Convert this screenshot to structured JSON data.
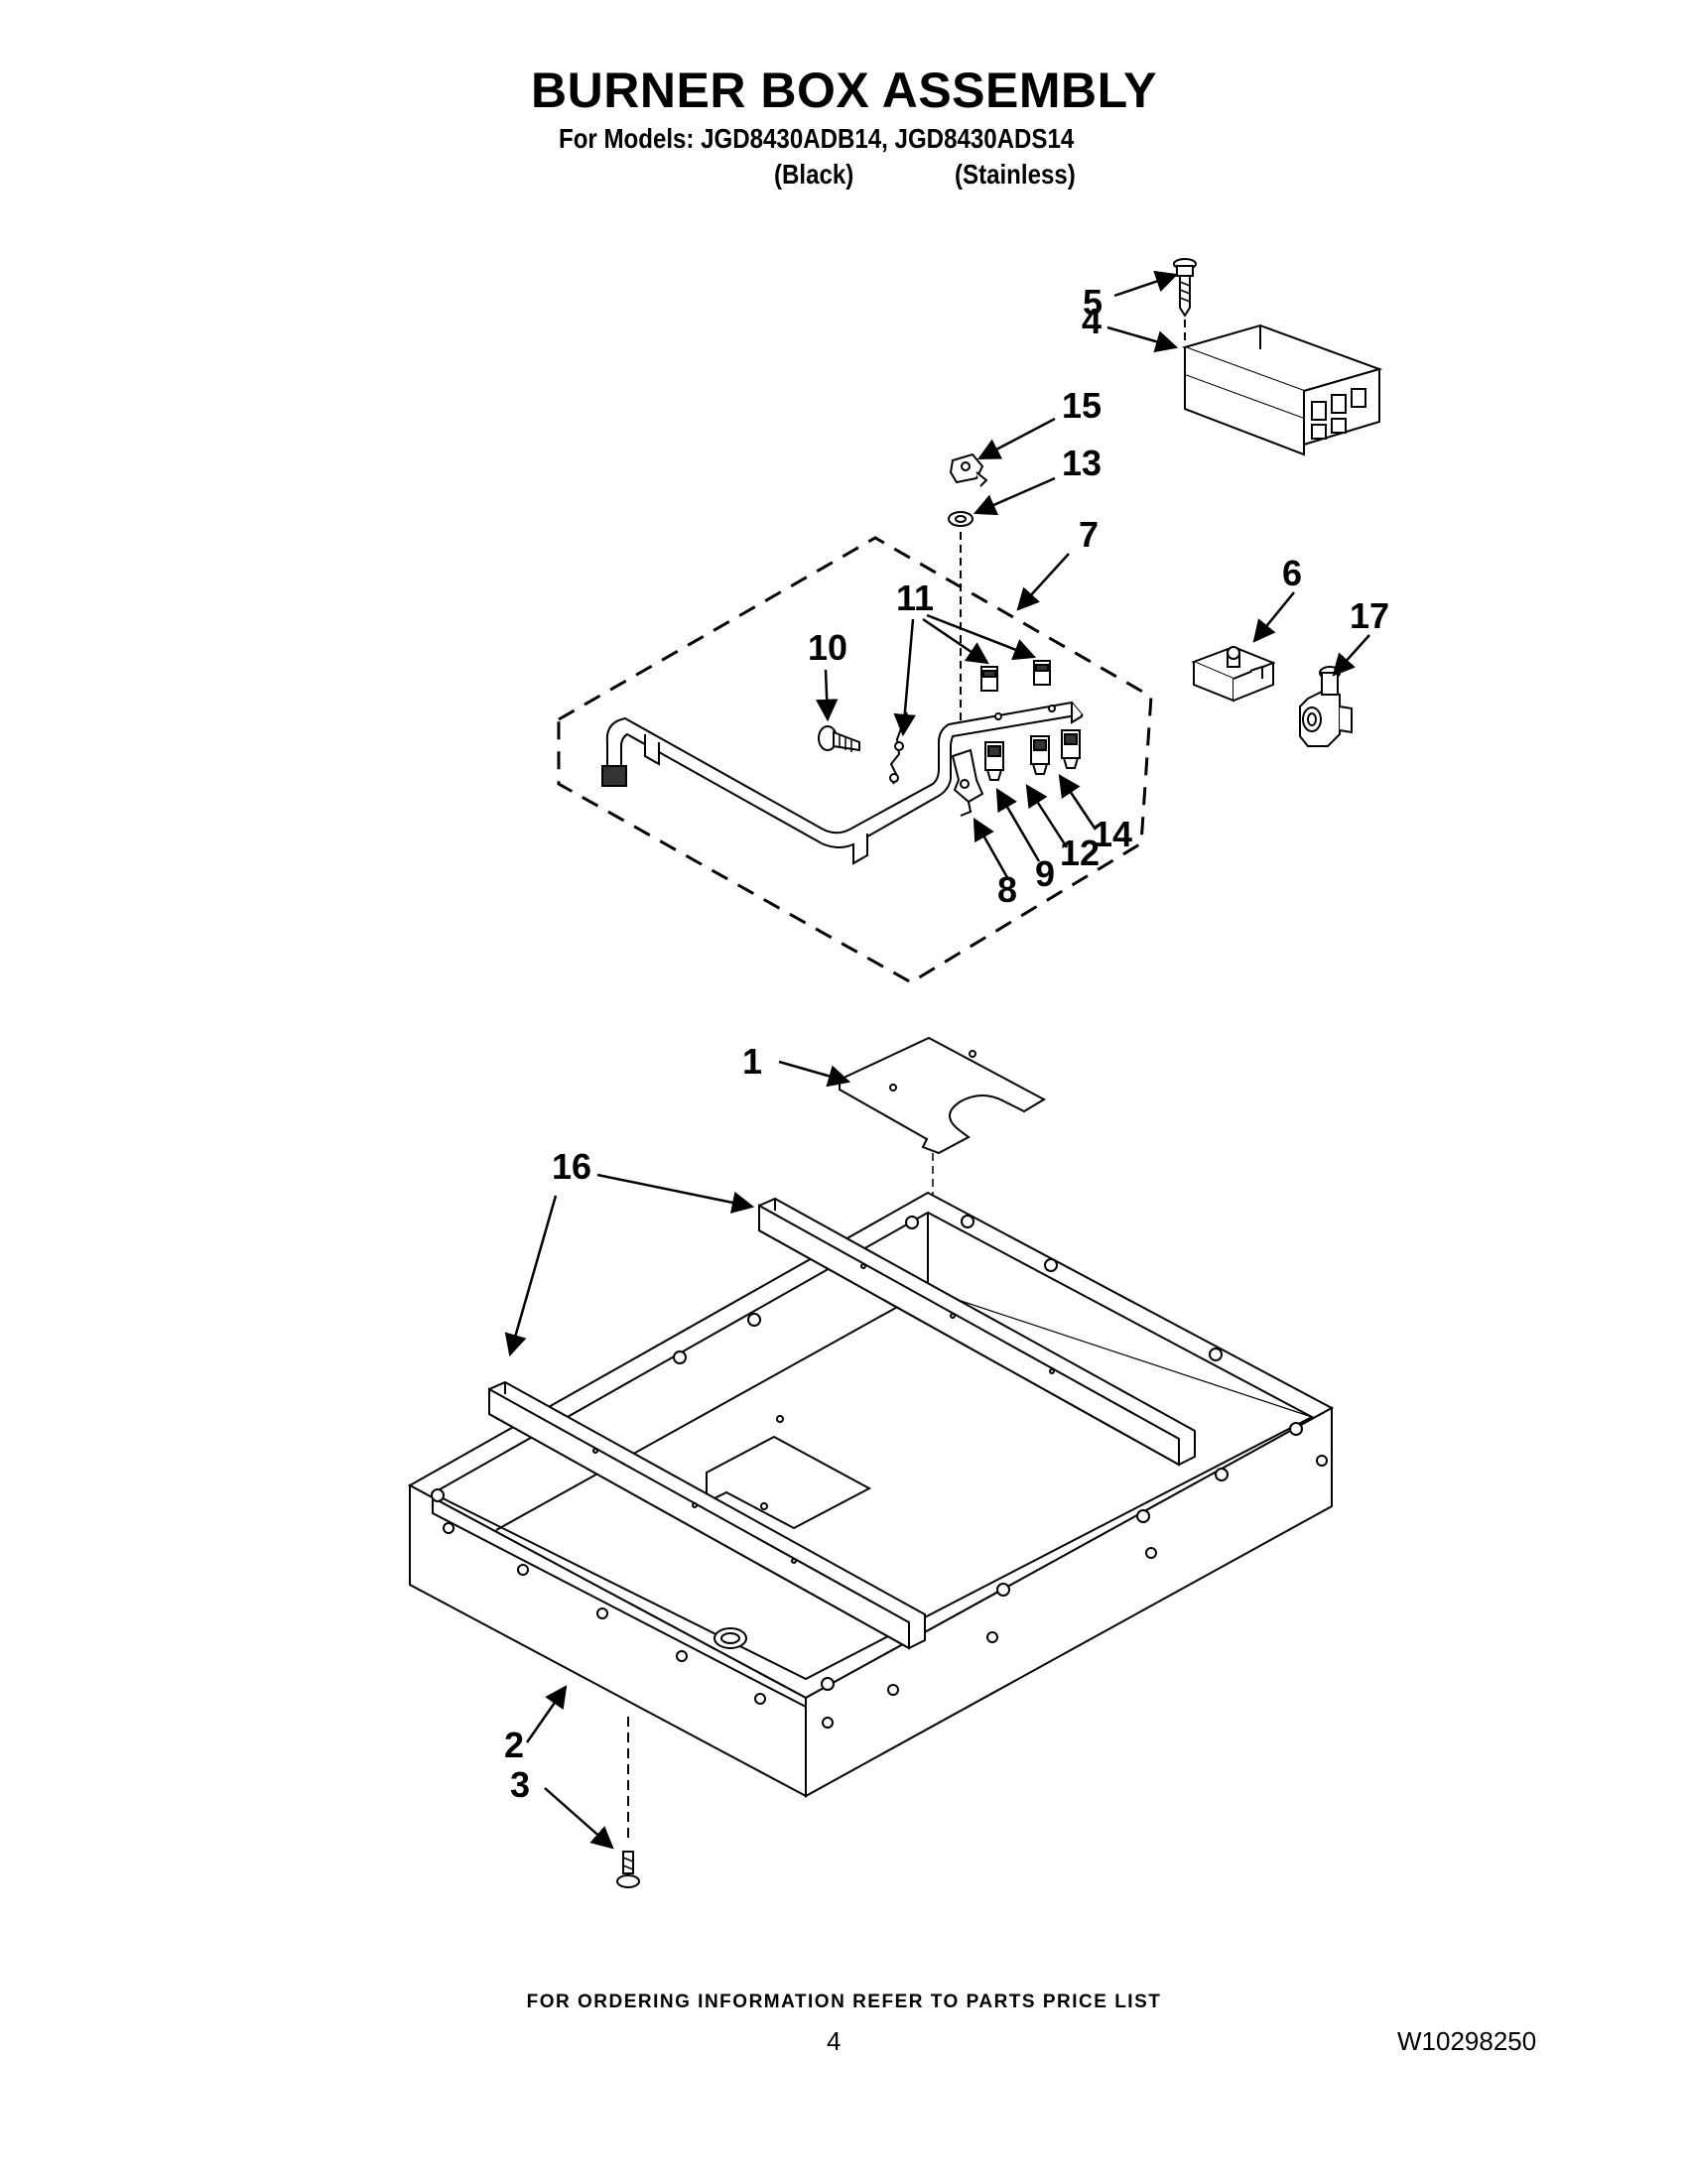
{
  "header": {
    "title": "BURNER BOX ASSEMBLY",
    "models_line": "For Models: JGD8430ADB14, JGD8430ADS14",
    "variant_black": "(Black)",
    "variant_stainless": "(Stainless)"
  },
  "callouts": [
    "1",
    "2",
    "3",
    "4",
    "5",
    "6",
    "7",
    "8",
    "9",
    "10",
    "11",
    "12",
    "13",
    "14",
    "15",
    "16",
    "17"
  ],
  "footer": {
    "ordering_note": "FOR ORDERING INFORMATION REFER TO PARTS PRICE LIST",
    "page_number": "4",
    "document_number": "W10298250"
  }
}
